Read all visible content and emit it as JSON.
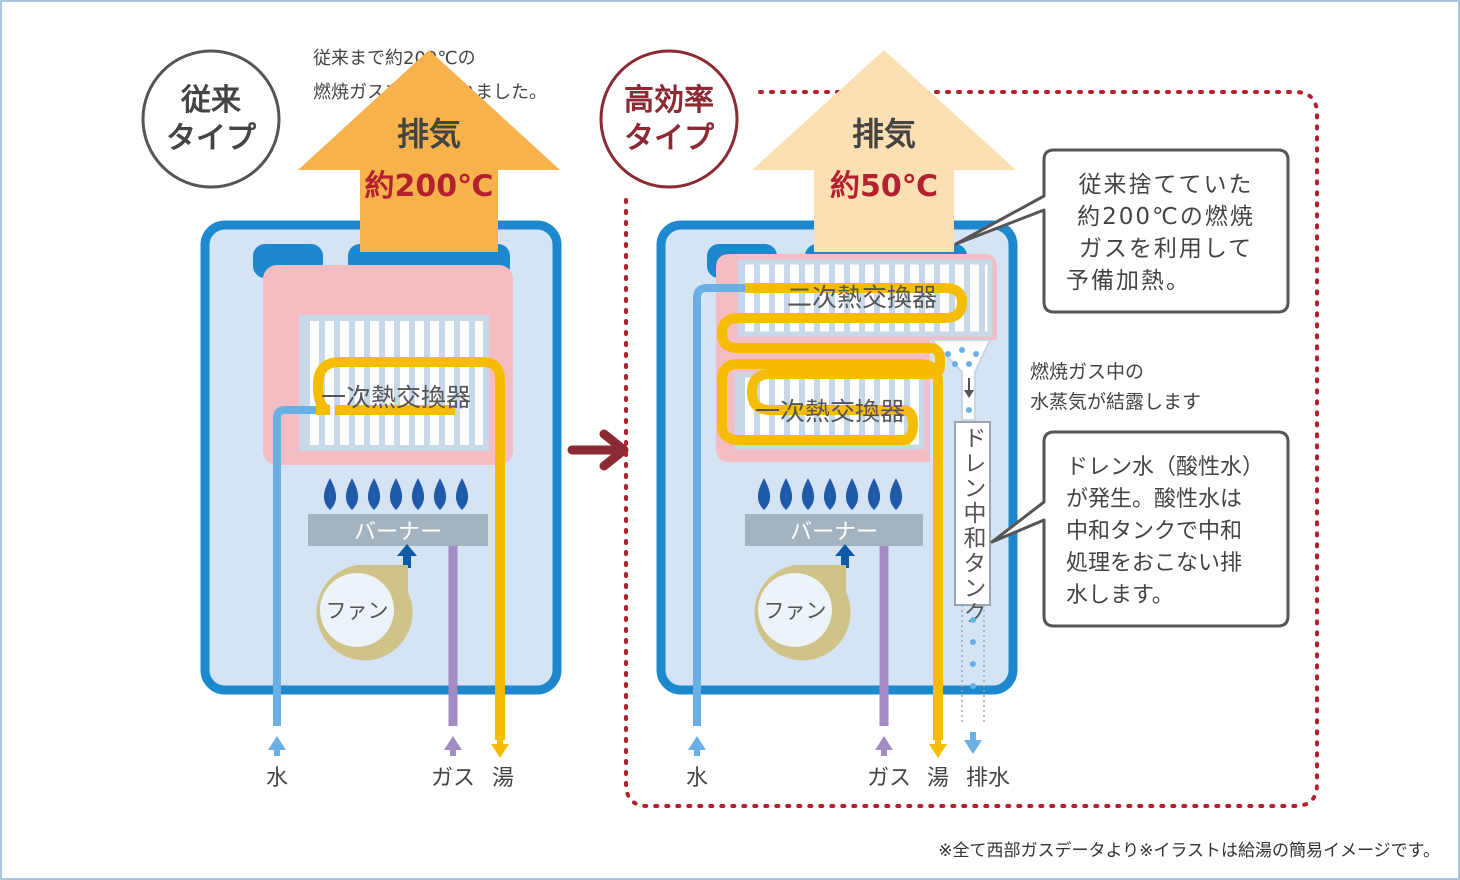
{
  "conventional": {
    "badge_line1": "従来",
    "badge_line2": "タイプ",
    "note_line1": "従来まで約200℃の",
    "note_line2": "燃焼ガスを捨てていました。",
    "exhaust_label": "排気",
    "exhaust_temp": "約200℃",
    "primary_hx": "一次熱交換器",
    "burner": "バーナー",
    "fan": "ファン",
    "pipe_water": "水",
    "pipe_gas": "ガス",
    "pipe_hot": "湯"
  },
  "high_efficiency": {
    "badge_line1": "高効率",
    "badge_line2": "タイプ",
    "exhaust_label": "排気",
    "exhaust_temp": "約50℃",
    "secondary_hx": "二次熱交換器",
    "primary_hx": "一次熱交換器",
    "burner": "バーナー",
    "fan": "ファン",
    "drain_tank": "ドレン中和タンク",
    "pipe_water": "水",
    "pipe_gas": "ガス",
    "pipe_hot": "湯",
    "pipe_drain": "排水",
    "callout_preheat": [
      "従来捨てていた",
      "約200℃の燃焼",
      "ガスを利用して",
      "予備加熱。"
    ],
    "condense_note": [
      "燃焼ガス中の",
      "水蒸気が結露します"
    ],
    "callout_drain": [
      "ドレン水（酸性水）",
      "が発生。酸性水は",
      "中和タンクで中和",
      "処理をおこない排",
      "水します。"
    ]
  },
  "footnote": "※全て西部ガスデータより※イラストは給湯の簡易イメージです。",
  "colors": {
    "frame": "#a9c6e2",
    "box_border": "#1e88cf",
    "box_fill": "#d5e4f5",
    "heat_zone": "#f4bcc3",
    "exhaust_hot": "#f7b24c",
    "exhaust_cool": "#fce0b3",
    "hot_pipe": "#f6bd00",
    "water_pipe": "#6ab0e4",
    "gas_pipe": "#a58bc4",
    "flame": "#1f5aa8",
    "fan_ring": "#cfc38a",
    "accent_red": "#8b2a33",
    "badge_dark": "#555555"
  }
}
